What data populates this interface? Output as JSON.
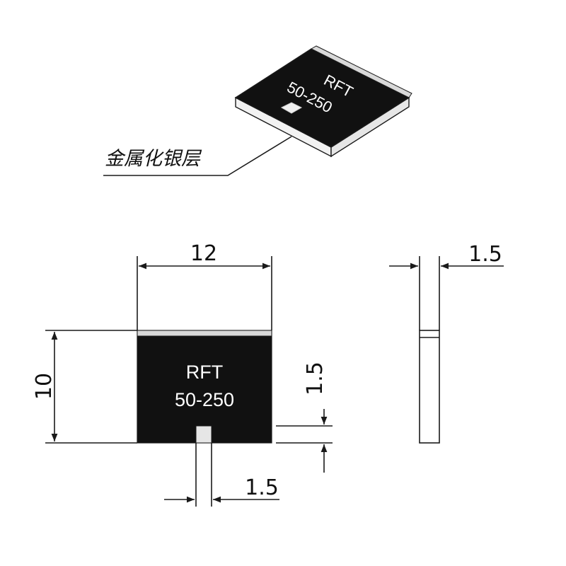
{
  "callout": {
    "text": "金属化银层"
  },
  "iso_chip": {
    "line1": "RFT",
    "line2": "50-250"
  },
  "front_chip": {
    "line1": "RFT",
    "line2": "50-250"
  },
  "dimensions": {
    "width": "12",
    "height": "10",
    "pad_height": "1.5",
    "pad_width": "1.5",
    "thickness": "1.5"
  },
  "colors": {
    "chip_body": "#111111",
    "pad": "#e6e6e6",
    "line": "#1a1a1a"
  }
}
